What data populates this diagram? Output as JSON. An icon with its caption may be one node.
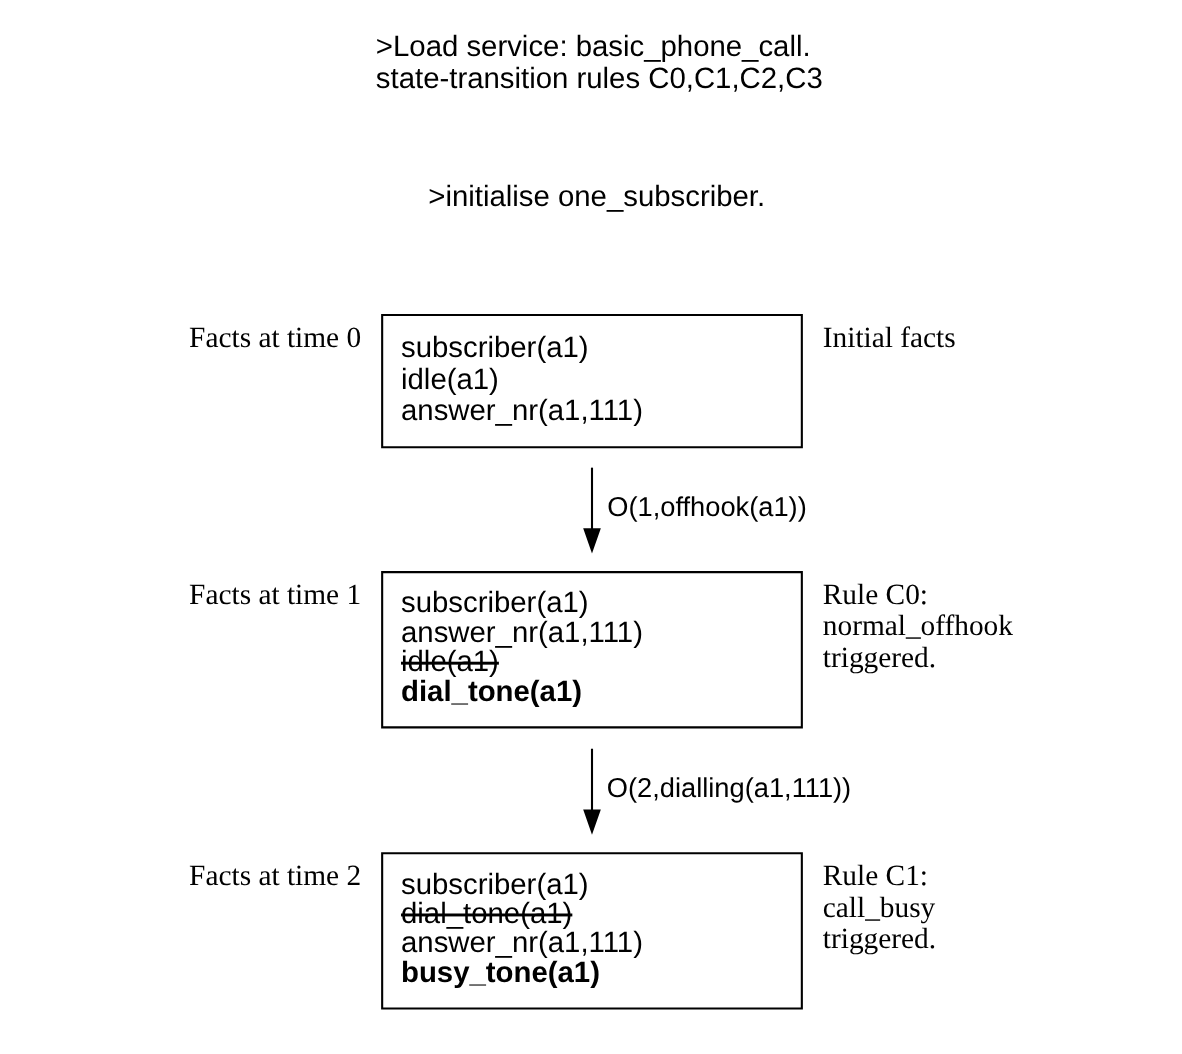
{
  "diagram": {
    "nodes": [
      {
        "text": [
          "subscriber(a1)",
          "idle(a1)",
          "answer_nr(a1,111)"
        ],
        "beside": [
          "Facts at time 0",
          "Initial facts"
        ]
      },
      {
        "text": [
          "subscriber(a1)",
          "answer_nr(a1,111)",
          "idle(a1)",
          "dial_tone(a1)"
        ],
        "beside": [
          "Facts at time 1",
          "Rule C0: normal_offhook triggered."
        ]
      },
      {
        "text": [
          "subscriber(a1)",
          "dial_tone(a1)",
          "answer_nr(a1,111)",
          "busy_tone(a1)"
        ],
        "beside": [
          "Facts at time 2",
          "Rule C1: call_busy triggered."
        ]
      }
    ],
    "edges": [
      {
        "from": 0,
        "to": 1,
        "arrow": "to",
        "label": "O(1,offhook(a1))"
      },
      {
        "from": 1,
        "to": 2,
        "arrow": "to",
        "label": "O(2,dialling(a1,111))"
      }
    ],
    "labels": [
      ">Load service: basic_phone_call. state-transition rules C0,C1,C2,C3",
      ">initialise one_subscriber."
    ]
  }
}
